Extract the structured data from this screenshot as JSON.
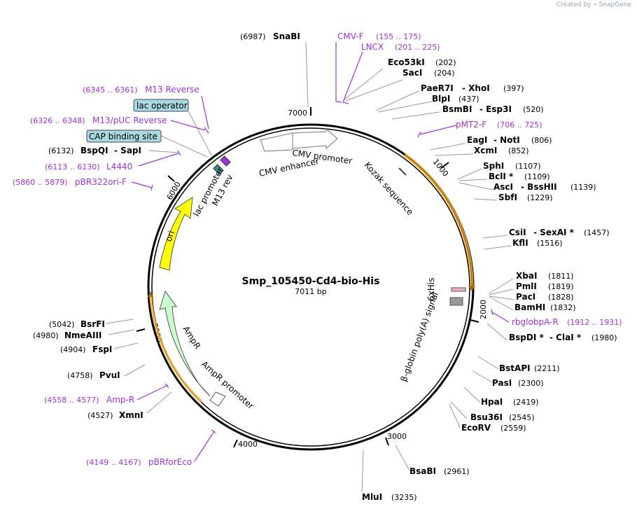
{
  "credit": {
    "prefix": "Created by",
    "brand": "SnapGene"
  },
  "title": "Smp_105450-Cd4-bio-His",
  "length": "7011 bp",
  "ticks": [
    "1000",
    "2000",
    "3000",
    "4000",
    "5000",
    "6000",
    "7000"
  ],
  "enzymes": [
    {
      "name": "SnaBI",
      "pos": "(6987)"
    },
    {
      "name": "Eco53kI",
      "pos": "(202)"
    },
    {
      "name": "SacI",
      "pos": "(204)"
    },
    {
      "name": "PaeR7I",
      "name2": "XhoI",
      "pos": "(397)"
    },
    {
      "name": "BlpI",
      "pos": "(437)"
    },
    {
      "name": "BsmBI",
      "name2": "Esp3I",
      "pos": "(520)"
    },
    {
      "name": "EagI",
      "name2": "NotI",
      "pos": "(806)"
    },
    {
      "name": "XcmI",
      "pos": "(852)"
    },
    {
      "name": "SphI",
      "pos": "(1107)"
    },
    {
      "name": "BclI *",
      "pos": "(1109)"
    },
    {
      "name": "AscI",
      "name2": "BssHII",
      "pos": "(1139)"
    },
    {
      "name": "SbfI",
      "pos": "(1229)"
    },
    {
      "name": "CsiI",
      "name2": "SexAI *",
      "pos": "(1457)"
    },
    {
      "name": "KflI",
      "pos": "(1516)"
    },
    {
      "name": "XbaI",
      "pos": "(1811)"
    },
    {
      "name": "PmlI",
      "pos": "(1819)"
    },
    {
      "name": "PacI",
      "pos": "(1828)"
    },
    {
      "name": "BamHI",
      "pos": "(1832)"
    },
    {
      "name": "BspDI *",
      "name2": "ClaI *",
      "pos": "(1980)"
    },
    {
      "name": "BstAPI",
      "pos": "(2211)"
    },
    {
      "name": "PasI",
      "pos": "(2300)"
    },
    {
      "name": "HpaI",
      "pos": "(2419)"
    },
    {
      "name": "Bsu36I",
      "pos": "(2545)"
    },
    {
      "name": "EcoRV",
      "pos": "(2559)"
    },
    {
      "name": "BsaBI",
      "pos": "(2961)"
    },
    {
      "name": "MluI",
      "pos": "(3235)"
    },
    {
      "name": "XmnI",
      "pos": "(4527)"
    },
    {
      "name": "PvuI",
      "pos": "(4758)"
    },
    {
      "name": "FspI",
      "pos": "(4904)"
    },
    {
      "name": "NmeAIII",
      "pos": "(4980)"
    },
    {
      "name": "BsrFI",
      "pos": "(5042)"
    },
    {
      "name": "BspQI",
      "name2": "SapI",
      "pos": "(6132)"
    }
  ],
  "primers": [
    {
      "name": "CMV-F",
      "pos": "(155 .. 175)"
    },
    {
      "name": "LNCX",
      "pos": "(201 .. 225)"
    },
    {
      "name": "pMT2-F",
      "pos": "(706 .. 725)"
    },
    {
      "name": "rbglobpA-R",
      "pos": "(1912 .. 1931)"
    },
    {
      "name": "Amp-R",
      "pos": "(4558 .. 4577)"
    },
    {
      "name": "pBRforEco",
      "pos": "(4149 .. 4167)"
    },
    {
      "name": "pBR322ori-F",
      "pos": "(5860 .. 5879)"
    },
    {
      "name": "L4440",
      "pos": "(6113 .. 6130)"
    },
    {
      "name": "M13/pUC Reverse",
      "pos": "(6326 .. 6348)"
    },
    {
      "name": "M13 Reverse",
      "pos": "(6345 .. 6361)"
    }
  ],
  "boxed_features": [
    "lac operator",
    "CAP binding site"
  ],
  "features": {
    "cmv_enhancer": "CMV enhancer",
    "cmv_promoter": "CMV promoter",
    "kozak": "Kozak sequence",
    "six_his": "6xHis",
    "globin": "β-globin poly(A) signal",
    "ori": "ori",
    "ampr": "AmpR",
    "ampr_promoter": "AmpR promoter",
    "lac_promoter": "lac promoter",
    "m13_rev": "M13 rev"
  },
  "colors": {
    "primer": "#a032d8",
    "ori": "#ffff00",
    "ampr": "#ccffcc",
    "promoter": "#ffffff",
    "orf_arc": "#f0b040",
    "box_fill": "#a8d8e0"
  }
}
